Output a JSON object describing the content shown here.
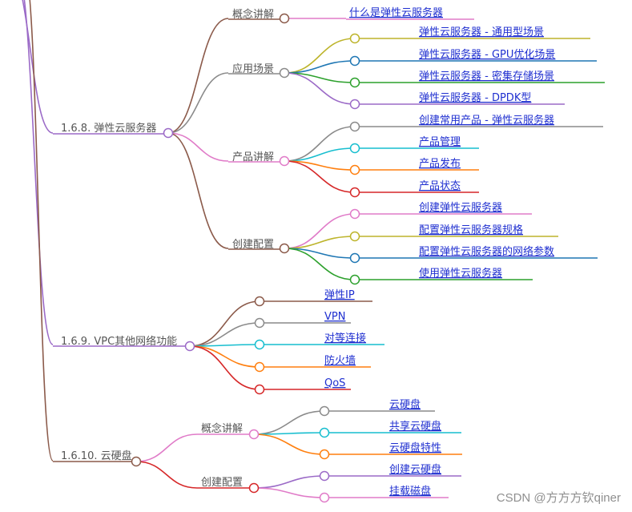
{
  "colors": {
    "brown": "#8b5a4a",
    "purple": "#9b6ac7",
    "pink": "#e07bc8",
    "gray": "#8a8a8a",
    "olive": "#bdb42b",
    "cyan": "#17becf",
    "orange": "#ff7f0e",
    "green": "#2ca02c",
    "blue": "#1f77b4",
    "red": "#d62728",
    "label_mid": "#555555",
    "label_leaf": "#1f2fd0"
  },
  "sections": [
    {
      "label": "1.6.8. 弹性云服务器",
      "groups": [
        {
          "label": "概念讲解",
          "items": [
            "什么是弹性云服务器"
          ]
        },
        {
          "label": "应用场景",
          "items": [
            "弹性云服务器 - 通用型场景",
            "弹性云服务器 - GPU优化场景",
            "弹性云服务器 - 密集存储场景",
            "弹性云服务器 - DPDK型"
          ]
        },
        {
          "label": "产品讲解",
          "items": [
            "创建常用产品 - 弹性云服务器",
            "产品管理",
            "产品发布",
            "产品状态"
          ]
        },
        {
          "label": "创建配置",
          "items": [
            "创建弹性云服务器",
            "配置弹性云服务器规格",
            "配置弹性云服务器的网络参数",
            "使用弹性云服务器"
          ]
        }
      ]
    },
    {
      "label": "1.6.9. VPC其他网络功能",
      "items": [
        "弹性IP",
        "VPN",
        "对等连接",
        "防火墙",
        "QoS"
      ]
    },
    {
      "label": "1.6.10. 云硬盘",
      "groups": [
        {
          "label": "概念讲解",
          "items": [
            "云硬盘",
            "共享云硬盘",
            "云硬盘特性"
          ]
        },
        {
          "label": "创建配置",
          "items": [
            "创建云硬盘",
            "挂载磁盘"
          ]
        }
      ]
    }
  ],
  "watermark": "CSDN @方方方钦qiner"
}
